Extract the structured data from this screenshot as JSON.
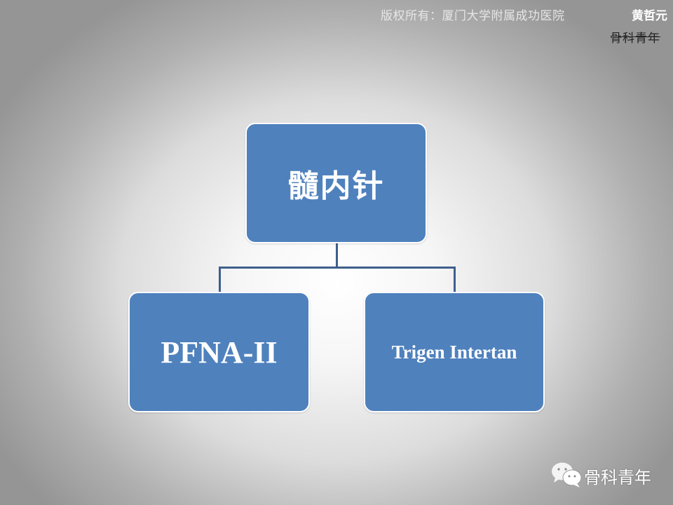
{
  "header": {
    "copyright": "版权所有：厦门大学附属成功医院",
    "author": "黄哲元",
    "logo": "骨科青年"
  },
  "diagram": {
    "root": {
      "label": "髓内针"
    },
    "children": [
      {
        "label": "PFNA-II"
      },
      {
        "label": "Trigen Intertan"
      }
    ],
    "colors": {
      "box_fill": "#4f81bd",
      "box_border": "#ffffff",
      "connector": "#3e5f8c",
      "text": "#ffffff"
    }
  },
  "footer": {
    "icon": "wechat-icon",
    "label": "骨科青年"
  }
}
